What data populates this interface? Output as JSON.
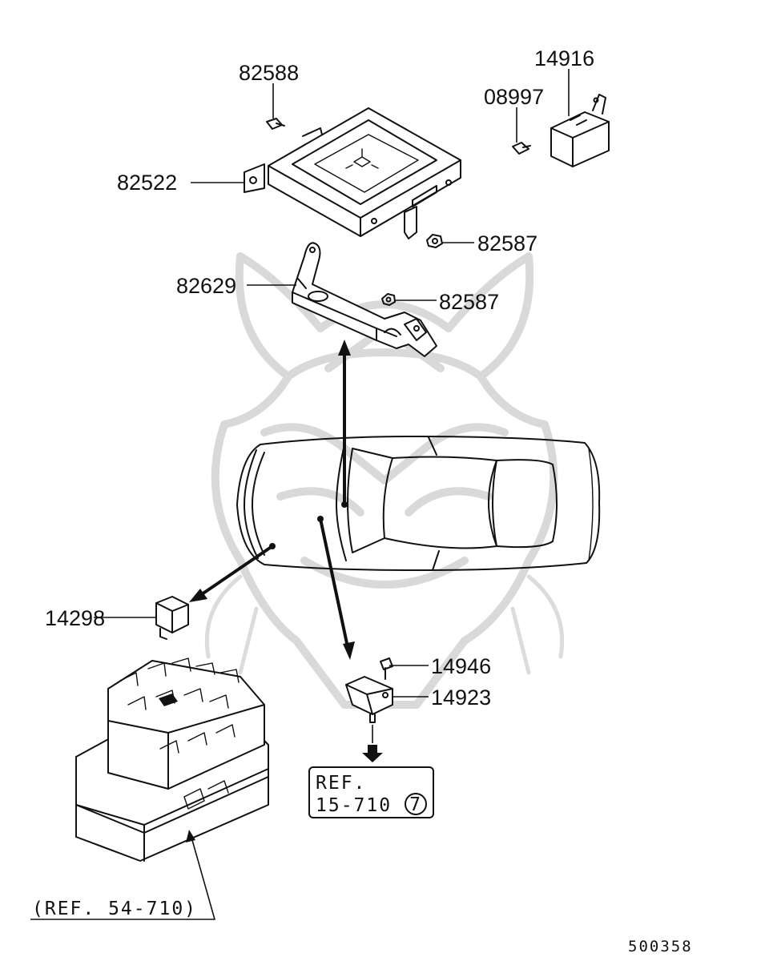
{
  "parts": {
    "p82588": "82588",
    "p82522": "82522",
    "p14916": "14916",
    "p08997": "08997",
    "p82587_upper": "82587",
    "p82629": "82629",
    "p82587_lower": "82587",
    "p14298": "14298",
    "p14946": "14946",
    "p14923": "14923"
  },
  "ref_box": {
    "line1": "REF.",
    "line2": "15-710",
    "circled": "7"
  },
  "ref_fusebox": "(REF. 54-710)",
  "diagram_code": "500358"
}
